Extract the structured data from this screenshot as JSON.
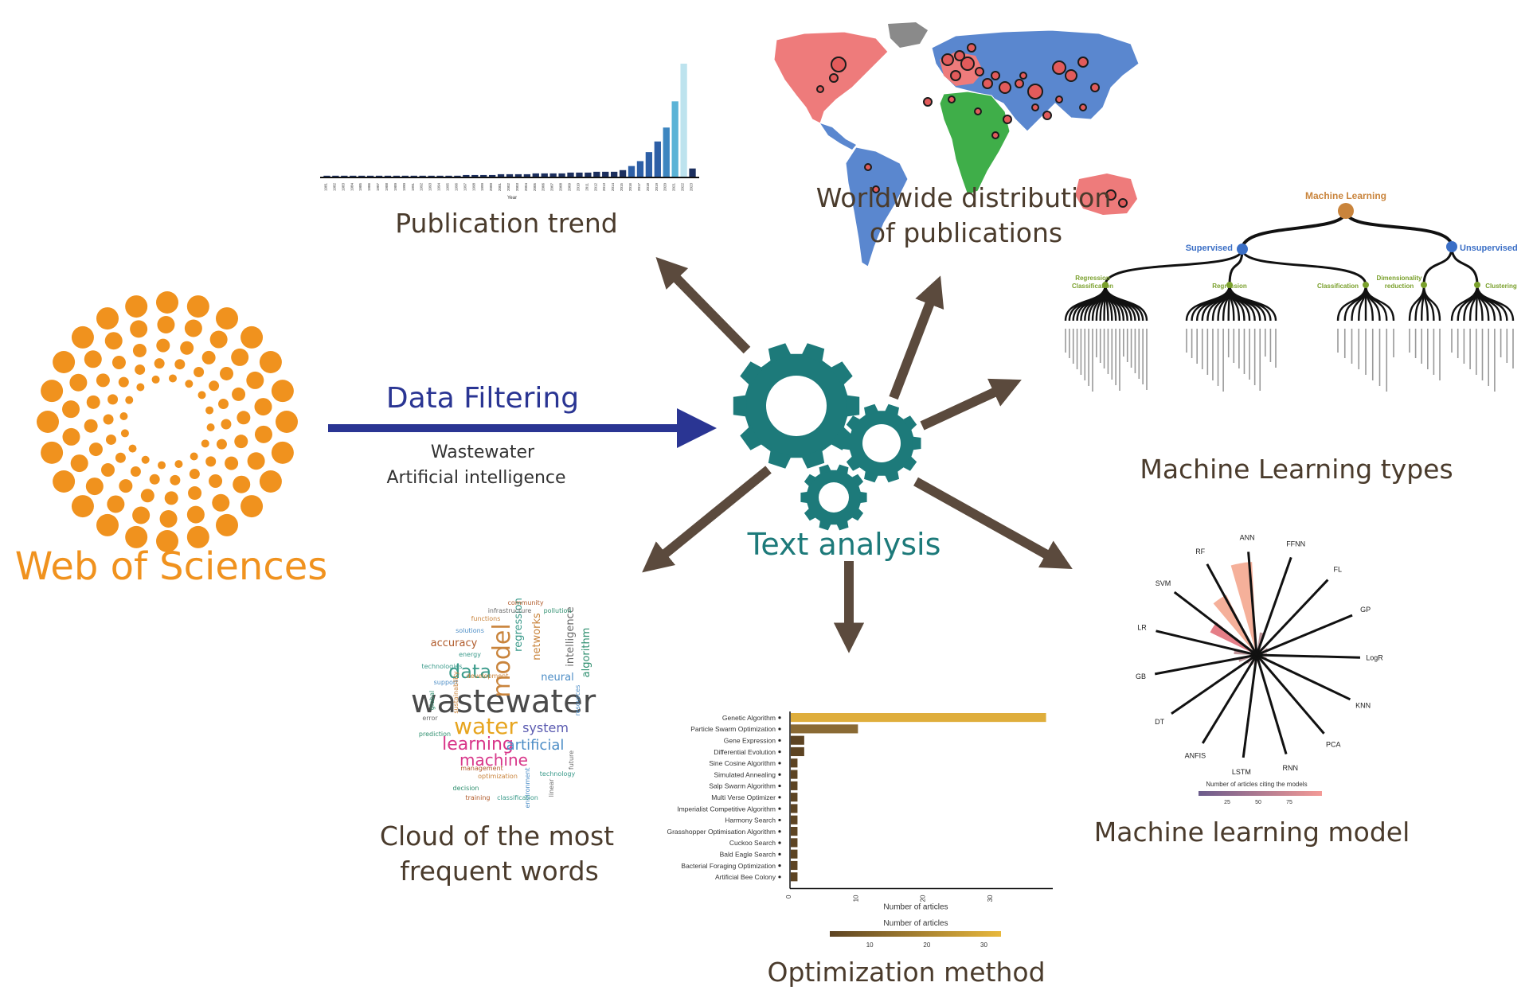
{
  "colors": {
    "wos_orange": "#f0921e",
    "filter_blue": "#2a3593",
    "teal_gear": "#1d7a7a",
    "arrow_brown": "#5b4a3d",
    "map_red": "#ee7b7b",
    "map_blue": "#5a87cf",
    "map_green": "#3fae49",
    "ml_orange": "#c9843c",
    "ml_blue": "#3b6fc6",
    "ml_green": "#7aa02c",
    "opt_gold": "#dfae3c",
    "opt_brown": "#5d4423"
  },
  "source": {
    "name": "Web of Sciences",
    "icon": "web-of-science-logo"
  },
  "filter": {
    "title": "Data Filtering",
    "keywords": [
      "Wastewater",
      "Artificial intelligence"
    ]
  },
  "center": {
    "label": "Text analysis",
    "icon": "gears-icon"
  },
  "panels": {
    "publication_trend": "Publication trend",
    "worldwide": [
      "Worldwide distribution",
      "of publications"
    ],
    "ml_types": "Machine Learning types",
    "word_cloud": [
      "Cloud of the most",
      "frequent words"
    ],
    "optimization": "Optimization method",
    "ml_model": "Machine learning model"
  },
  "ml_tree": {
    "root": "Machine Learning",
    "supervised": "Supervised",
    "unsupervised": "Unsupervised",
    "sup_children": [
      "Regression Classification",
      "Regression",
      "Classification"
    ],
    "unsup_children": [
      "Dimensionality reduction",
      "Clustering"
    ]
  },
  "word_cloud": {
    "big": [
      "wastewater",
      "water",
      "model",
      "learning",
      "machine",
      "data",
      "artificial",
      "system"
    ],
    "small": [
      "regression",
      "networks",
      "neural",
      "intelligence",
      "algorithm",
      "accuracy",
      "energy",
      "development",
      "support",
      "error",
      "prediction",
      "management",
      "technology",
      "optimization",
      "environment",
      "linear",
      "decision",
      "training",
      "classification",
      "functions",
      "solutions",
      "infrastructure",
      "pollution",
      "community",
      "technologies",
      "sustainability",
      "resources",
      "future",
      "global"
    ]
  },
  "chart_data": [
    {
      "type": "bar",
      "title": "",
      "xlabel": "Year",
      "categories": [
        "1981",
        "1982",
        "1983",
        "1984",
        "1985",
        "1986",
        "1987",
        "1988",
        "1989",
        "1990",
        "1991",
        "1992",
        "1993",
        "1994",
        "1995",
        "1996",
        "1997",
        "1998",
        "1999",
        "2000",
        "2001",
        "2002",
        "2003",
        "2004",
        "2005",
        "2006",
        "2007",
        "2008",
        "2009",
        "2010",
        "2011",
        "2012",
        "2013",
        "2014",
        "2015",
        "2016",
        "2017",
        "2018",
        "2019",
        "2020",
        "2021",
        "2022",
        "2023"
      ],
      "values": [
        1,
        1,
        1,
        0,
        1,
        0,
        1,
        0,
        1,
        0,
        1,
        0,
        1,
        1,
        1,
        1,
        2,
        2,
        2,
        2,
        3,
        3,
        3,
        3,
        4,
        4,
        4,
        4,
        5,
        5,
        5,
        6,
        6,
        6,
        8,
        13,
        19,
        30,
        43,
        60,
        92,
        138,
        10
      ]
    },
    {
      "type": "bar",
      "orientation": "horizontal",
      "xlabel": "Number of articles",
      "legend_title": "Number of articles",
      "legend_ticks": [
        10,
        20,
        30
      ],
      "x_ticks": [
        0,
        10,
        20,
        30
      ],
      "xlim": [
        0,
        39
      ],
      "categories": [
        "Genetic Algorithm",
        "Particle Swarm Optimization",
        "Gene Expression",
        "Differential Evolution",
        "Sine Cosine Algorithm",
        "Simulated Annealing",
        "Salp Swarm Algorithm",
        "Multi Verse Optimizer",
        "Imperialist Competitive Algorithm",
        "Harmony Search",
        "Grasshopper Optimisation Algorithm",
        "Cuckoo Search",
        "Bald Eagle Search",
        "Bacterial Foraging Optimization",
        "Artificial Bee Colony"
      ],
      "values": [
        38,
        10,
        2,
        2,
        1,
        1,
        1,
        1,
        1,
        1,
        1,
        1,
        1,
        1,
        1
      ]
    },
    {
      "type": "radial",
      "categories": [
        "ANN",
        "FFNN",
        "FL",
        "GP",
        "LogR",
        "KNN",
        "PCA",
        "RNN",
        "LSTM",
        "ANFIS",
        "DT",
        "GB",
        "LR",
        "SVM",
        "RF"
      ],
      "values": [
        90,
        22,
        8,
        12,
        10,
        10,
        8,
        6,
        8,
        10,
        12,
        18,
        22,
        50,
        65
      ],
      "legend_title": "Number of articles citing the models",
      "legend_ticks": [
        25,
        50,
        75
      ]
    }
  ]
}
